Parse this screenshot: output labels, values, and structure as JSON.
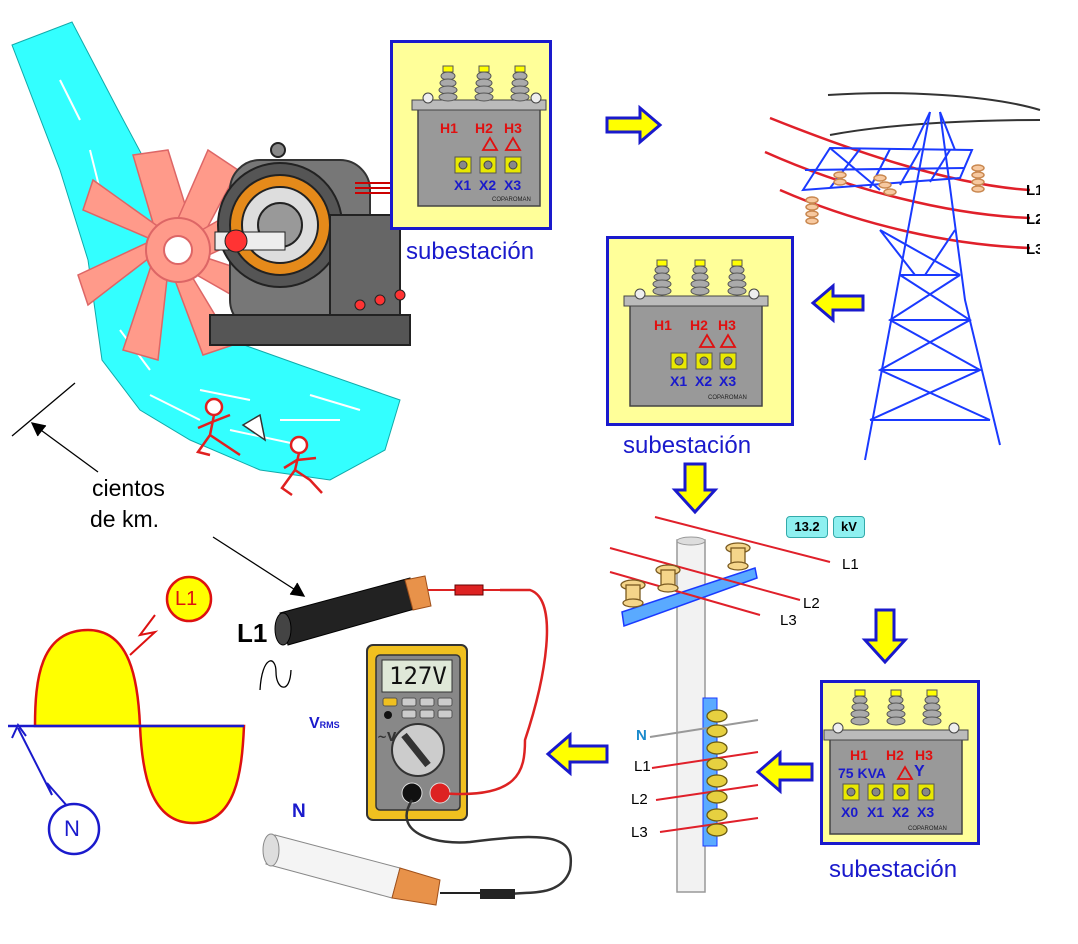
{
  "transformers": [
    {
      "h_labels": [
        "H1",
        "H2",
        "H3"
      ],
      "x_labels": [
        "X1",
        "X2",
        "X3"
      ],
      "brand": "COPAROMAN"
    },
    {
      "h_labels": [
        "H1",
        "H2",
        "H3"
      ],
      "x_labels": [
        "X1",
        "X2",
        "X3"
      ],
      "brand": "COPAROMAN"
    },
    {
      "h_labels": [
        "H1",
        "H2",
        "H3"
      ],
      "rating": "75 KVA",
      "x_labels": [
        "X0",
        "X1",
        "X2",
        "X3"
      ],
      "brand": "COPAROMAN"
    }
  ],
  "substation_label": "subestación",
  "tower_lines": [
    "L1",
    "L2",
    "L3"
  ],
  "voltage_badge": {
    "value": "13.2",
    "unit": "kV"
  },
  "pole_lines": [
    "L1",
    "L2",
    "L3"
  ],
  "secondary_lines": {
    "neutral": "N",
    "phases": [
      "L1",
      "L2",
      "L3"
    ]
  },
  "distance_note": {
    "line1": "cientos",
    "line2": "de km."
  },
  "cable_labels": {
    "phase": "L1",
    "neutral": "N"
  },
  "meter": {
    "reading": "127V",
    "vrms_main": "V",
    "vrms_sub": "RMS"
  },
  "waveform": {
    "phase_label": "L1",
    "neutral_label": "N"
  },
  "colors": {
    "substation_border": "#1a1acc",
    "substation_fill": "#ffff99",
    "arrow_fill": "#ffff00",
    "arrow_stroke": "#1a1acc",
    "river": "#33ffff",
    "tower": "#1a3aff",
    "power_line": "#e0202a",
    "meter_body": "#f0c020"
  }
}
